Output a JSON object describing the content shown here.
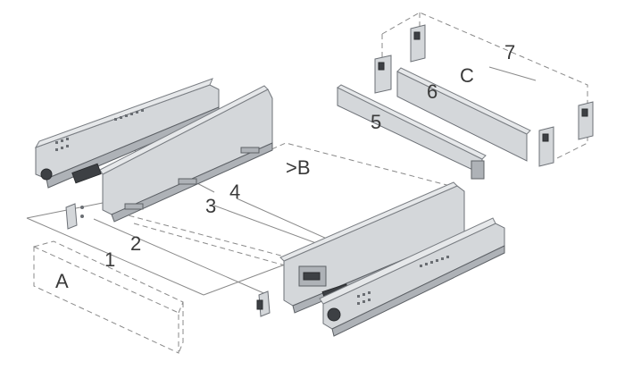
{
  "labels": {
    "part_1": "1",
    "part_2": "2",
    "part_3": "3",
    "part_4": "4",
    "part_5": "5",
    "part_6": "6",
    "part_7": "7",
    "zone_a": "A",
    "zone_b": ">B",
    "zone_c": "C"
  },
  "colors": {
    "metal": "#d4d7da",
    "metal_dark": "#aeb2b7",
    "line": "#8a8a8a",
    "text": "#3a3a3a"
  }
}
